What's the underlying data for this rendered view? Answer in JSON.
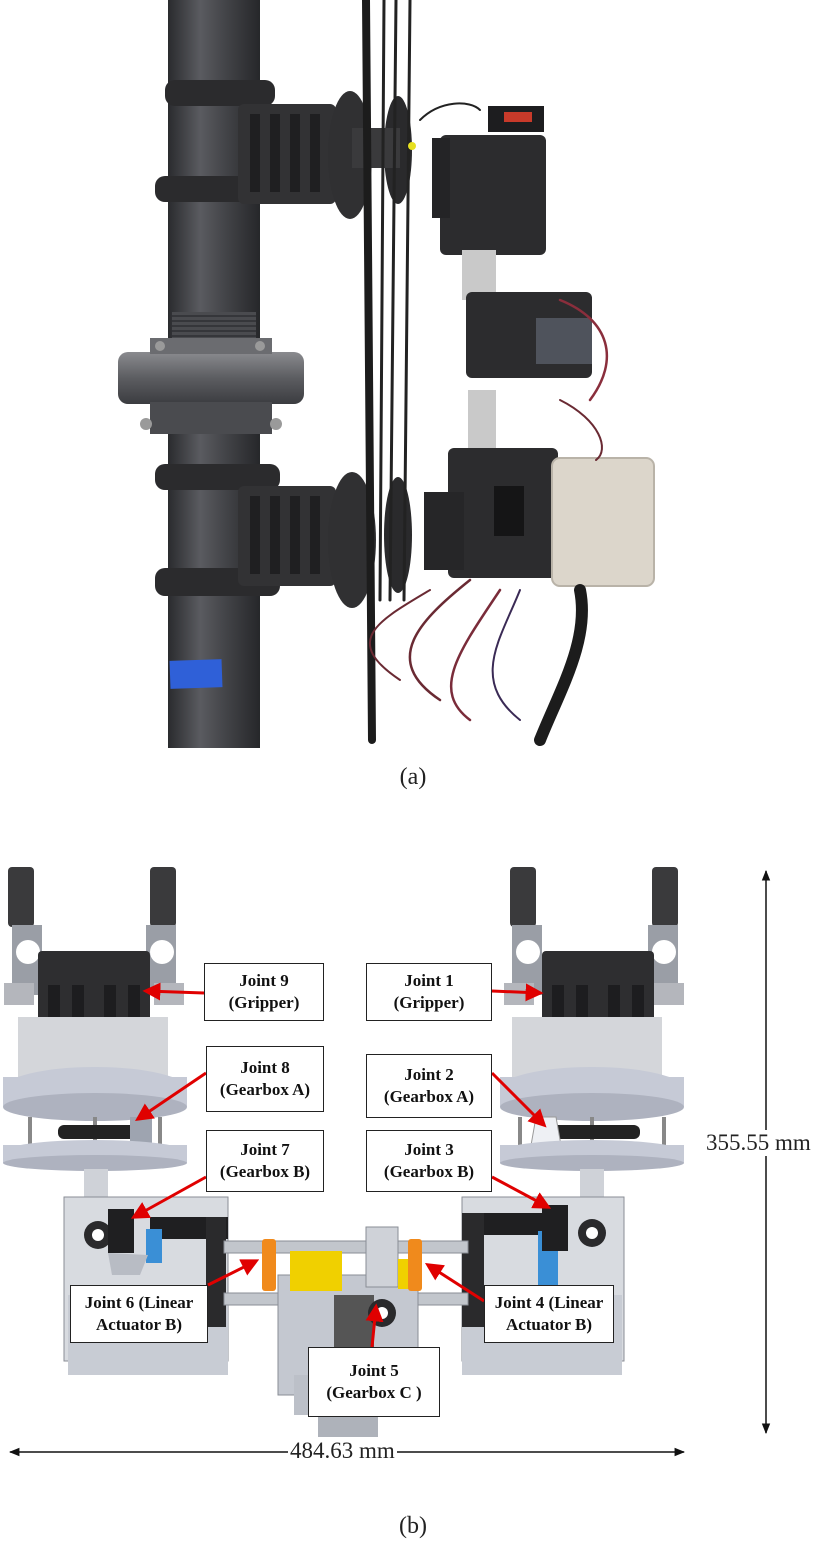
{
  "panel_a": {
    "caption": "(a)"
  },
  "panel_b": {
    "caption": "(b)",
    "labels": [
      {
        "line1": "Joint 9",
        "line2": "(Gripper)"
      },
      {
        "line1": "Joint 1",
        "line2": "(Gripper)"
      },
      {
        "line1": "Joint 8",
        "line2": "(Gearbox A)"
      },
      {
        "line1": "Joint 2",
        "line2": "(Gearbox A)"
      },
      {
        "line1": "Joint 7",
        "line2": "(Gearbox B)"
      },
      {
        "line1": "Joint 3",
        "line2": "(Gearbox B)"
      },
      {
        "line1": "Joint 6 (Linear",
        "line2": "Actuator B)"
      },
      {
        "line1": "Joint 4 (Linear",
        "line2": "Actuator B)"
      },
      {
        "line1": "Joint 5",
        "line2": "(Gearbox C )"
      }
    ],
    "height_dimension": "355.55 mm",
    "width_dimension": "484.63 mm"
  },
  "colors": {
    "pipe": "#3e3f42",
    "robot_dark": "#2c2c2e",
    "enclosure": "#dcd6cb",
    "arrow": "#e00000",
    "joint_yellow": "#f0d000",
    "joint_orange": "#f08a1c",
    "actuator_blue": "#3a8fd6"
  }
}
